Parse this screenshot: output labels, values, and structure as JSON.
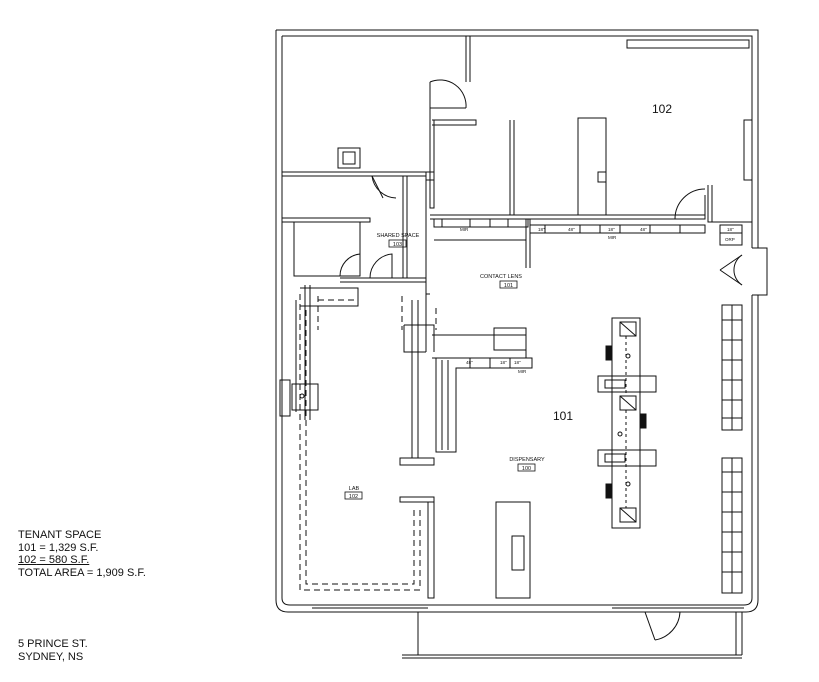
{
  "rooms": {
    "unit_102": "102",
    "unit_101": "101",
    "shared_space": {
      "name": "SHARED SPACE",
      "number": "103"
    },
    "contact_lens": {
      "name": "CONTACT LENS",
      "number": "101"
    },
    "dispensary": {
      "name": "DISPENSARY",
      "number": "100"
    },
    "lab": {
      "name": "LAB",
      "number": "102"
    }
  },
  "fixture_labels": {
    "mir_a": "MIR",
    "mir_b": "MIR",
    "mir_c": "MIR",
    "orp": "ORP",
    "d18": "18\"",
    "d48a": "48\"",
    "d18b": "18\"",
    "d48b": "48\"",
    "d18c": "18\"",
    "d48c": "48\"",
    "d18d": "18\"",
    "d18e": "18\""
  },
  "notes": {
    "heading": "TENANT SPACE",
    "line1_unit": "101",
    "line1_area": " = 1,329 S.F.",
    "line2_unit": "102",
    "line2_area": " = 580 S.F.",
    "total_label": "TOTAL AREA",
    "total_area": " = 1,909 S.F."
  },
  "address": {
    "line1": "5 PRINCE ST.",
    "line2": "SYDNEY, NS"
  }
}
